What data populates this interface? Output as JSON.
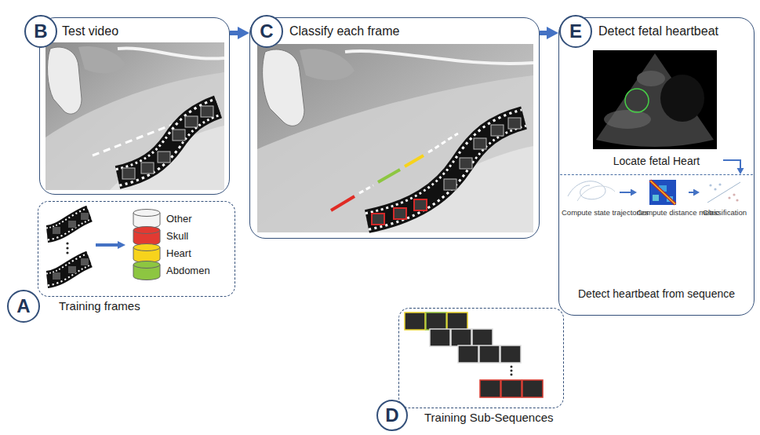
{
  "diagram": {
    "nodes": [
      {
        "text": [
          "B"
        ]
      },
      {
        "text": [
          "Test video"
        ]
      },
      {
        "text": [
          "C"
        ]
      },
      {
        "text": [
          "Classify each frame"
        ]
      },
      {
        "text": [
          "E"
        ]
      },
      {
        "text": [
          "Detect fetal heartbeat"
        ]
      },
      {
        "text": [
          "Locate fetal Heart"
        ],
        "in": 5
      },
      {
        "text": [
          "Detect heartbeat from sequence"
        ],
        "in": 5
      },
      {
        "text": [
          "Compute state trajectories"
        ],
        "in": 7
      },
      {
        "text": [
          "Compute distance metric"
        ],
        "in": 7
      },
      {
        "text": [
          "Classification"
        ],
        "in": 7
      },
      {
        "text": [
          "A"
        ]
      },
      {
        "text": [
          "Training frames"
        ]
      },
      {
        "text": [
          "Other"
        ],
        "in": 12
      },
      {
        "text": [
          "Skull"
        ],
        "in": 12
      },
      {
        "text": [
          "Heart"
        ],
        "in": 12
      },
      {
        "text": [
          "Abdomen"
        ],
        "in": 12
      },
      {
        "text": [
          "D"
        ]
      },
      {
        "text": [
          "Training Sub-Sequences"
        ]
      }
    ],
    "edges": [
      {
        "from": 1,
        "to": 3,
        "arrow": "to"
      },
      {
        "from": 3,
        "to": 5,
        "arrow": "to"
      },
      {
        "from": 6,
        "to": 7,
        "arrow": "to"
      },
      {
        "from": 8,
        "to": 9,
        "arrow": "to"
      },
      {
        "from": 9,
        "to": 10,
        "arrow": "to"
      }
    ]
  }
}
